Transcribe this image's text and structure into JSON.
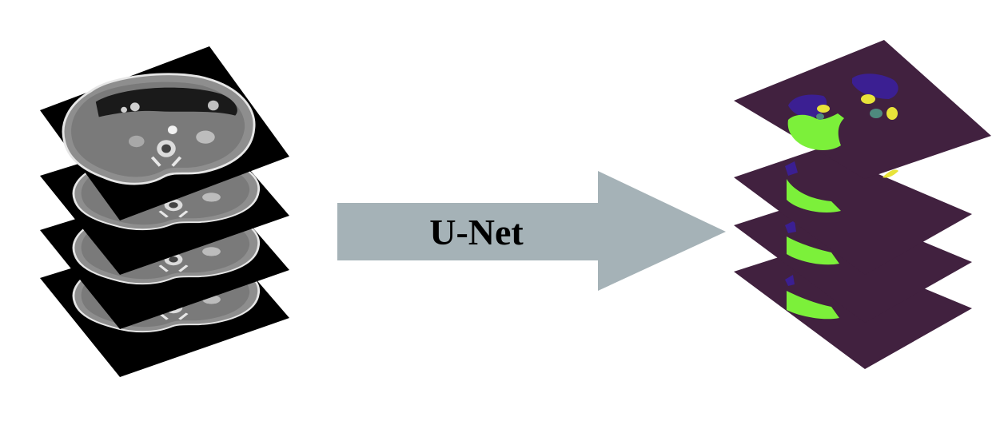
{
  "arrow": {
    "label": "U-Net",
    "fill_color": "#a5b2b7"
  },
  "input_stack": {
    "slice_count": 4,
    "description_icon": "ct-scan-slice",
    "background_color": "#000000"
  },
  "output_stack": {
    "slice_count": 4,
    "description_icon": "segmentation-mask-slice",
    "background_color": "#41213f",
    "class_colors": {
      "organ_green": "#7cf03a",
      "organ_indigo": "#3b1f92",
      "organ_yellow": "#e8e33a",
      "organ_teal": "#4e8a7e"
    }
  }
}
